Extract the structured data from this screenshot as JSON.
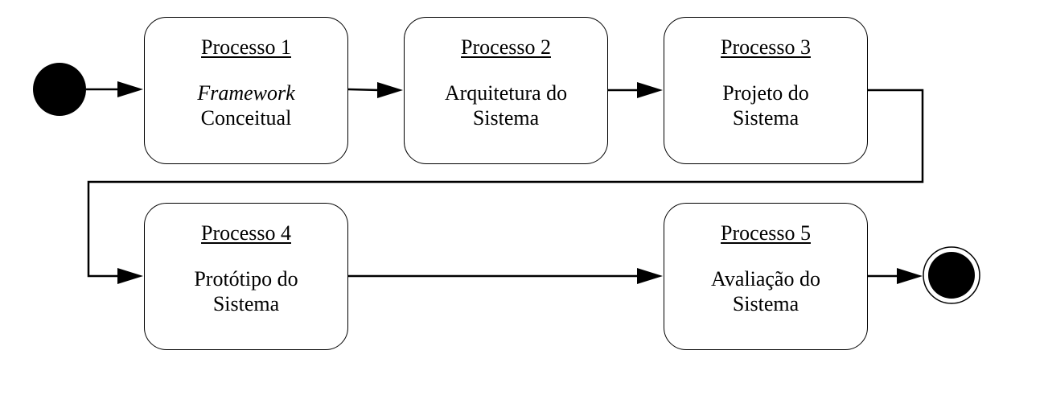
{
  "processes": [
    {
      "title": "Processo 1",
      "line1": "Framework",
      "line2": "Conceitual"
    },
    {
      "title": "Processo 2",
      "line1": "Arquitetura do",
      "line2": "Sistema"
    },
    {
      "title": "Processo 3",
      "line1": "Projeto do",
      "line2": "Sistema"
    },
    {
      "title": "Processo 4",
      "line1": "Protótipo do",
      "line2": "Sistema"
    },
    {
      "title": "Processo 5",
      "line1": "Avaliação do",
      "line2": "Sistema"
    }
  ]
}
